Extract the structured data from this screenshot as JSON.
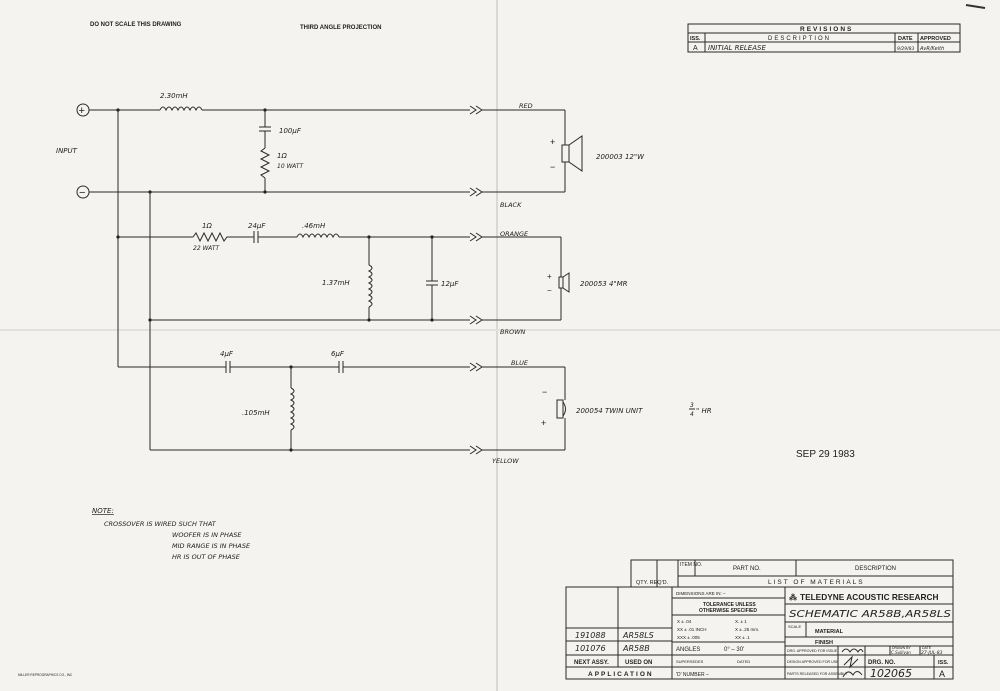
{
  "header": {
    "do_not_scale": "DO NOT SCALE THIS DRAWING",
    "projection": "THIRD ANGLE PROJECTION"
  },
  "revisions": {
    "title": "REVISIONS",
    "col_iss": "ISS.",
    "col_description": "DESCRIPTION",
    "col_date": "DATE",
    "col_approved": "APPROVED",
    "row_iss": "A",
    "row_description": "INITIAL RELEASE",
    "row_date": "9/29/83",
    "row_approved": "AvR/Keith"
  },
  "schematic": {
    "input_label": "INPUT",
    "plus_symbol": "+",
    "minus_symbol": "−",
    "woofer": {
      "l1": "2.30mH",
      "cap": "100μF",
      "res_value": "1Ω",
      "res_watt": "10 WATT",
      "wire_top": "RED",
      "wire_bottom": "BLACK",
      "driver": "200003  12\"W"
    },
    "midrange": {
      "res_value": "1Ω",
      "res_watt": "22 WATT",
      "cap1": "24μF",
      "l1": ".46mH",
      "l2": "1.37mH",
      "cap2": "12μF",
      "wire_top": "ORANGE",
      "wire_bottom": "BROWN",
      "driver": "200053  4\"MR"
    },
    "tweeter": {
      "cap1": "4μF",
      "cap2": "6μF",
      "l1": ".105mH",
      "wire_top": "BLUE",
      "wire_bottom": "YELLOW",
      "driver": "200054   TWIN UNIT",
      "driver_frac_num": "3",
      "driver_frac_den": "4",
      "driver_suffix": "\" HR"
    }
  },
  "stamp_date": "SEP 29 1983",
  "note": {
    "title": "NOTE:",
    "line1": "CROSSOVER IS WIRED SUCH THAT",
    "line2": "WOOFER IS IN PHASE",
    "line3": "MID RANGE IS IN PHASE",
    "line4": "HR IS OUT OF PHASE"
  },
  "title_block": {
    "item_no": "ITEM NO.",
    "part_no": "PART NO.",
    "description": "DESCRIPTION",
    "qty_reqd": "QTY. REQ'D.",
    "list_of_materials": "LIST OF MATERIALS",
    "dimensions_in": "DIMENSIONS ARE IN: –",
    "tolerance_1": "TOLERANCE UNLESS",
    "tolerance_2": "OTHERWISE SPECIFIED",
    "tol_x": "X    ± .04",
    "tol_xx": "XX  ± .01 INCH",
    "tol_xxx": "XXX ± .005",
    "tol_mx": "X.   ± 1",
    "tol_mxx": "X   ± .25 mm.",
    "tol_mxxx": "XX ± .1",
    "angles": "ANGLES",
    "angles_value": "0° – 30'",
    "supersedes": "SUPERSEDES",
    "dated": "DATED",
    "d_number": "'D' NUMBER –",
    "company": "TELEDYNE ACOUSTIC RESEARCH",
    "drawing_title": "SCHEMATIC AR58B,AR58LS",
    "scale": "SCALE",
    "material": "MATERIAL",
    "finish": "FINISH",
    "drg_approved": "DRG. APPROVED FOR ISSUE",
    "design_approved": "DESIGN APPROVED FOR USE",
    "parts_released": "PARTS RELEASED FOR ASSEMBLY",
    "drawn_by": "DRAWN BY",
    "drawn_by_value": "C.Sullivan",
    "date_label": "DATE",
    "date_value": "27-JUL-83",
    "drg_no": "DRG. NO.",
    "drg_no_value": "102065",
    "iss": "ISS.",
    "iss_value": "A",
    "next_assy": "NEXT ASSY.",
    "used_on": "USED ON",
    "application": "APPLICATION",
    "app_row1_assy": "191088",
    "app_row1_model": "AR58LS",
    "app_row2_assy": "101076",
    "app_row2_model": "AR58B"
  },
  "printer": "MILLER REPROGRAPHICS CO., INC"
}
